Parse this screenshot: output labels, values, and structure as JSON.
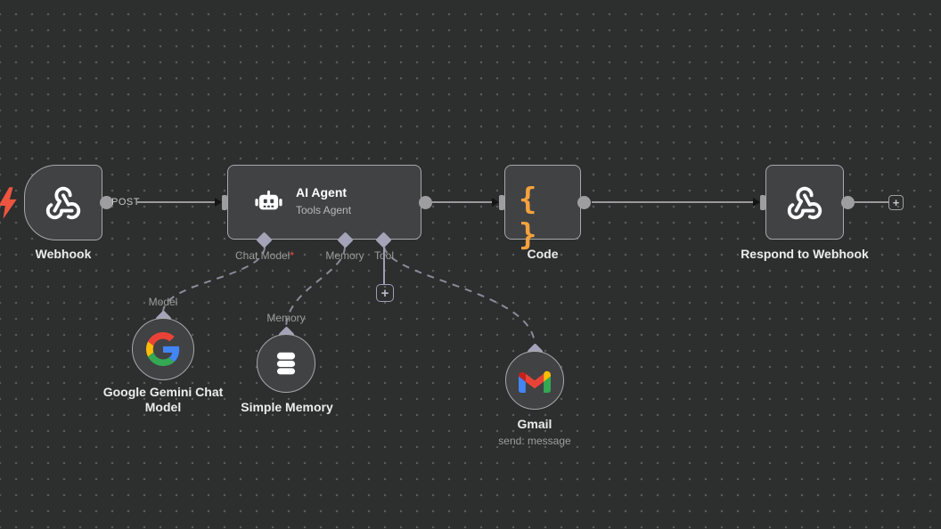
{
  "canvas": {
    "background": "#2d2e2e",
    "dot_color": "#5a5b5c",
    "wire_color": "#9a9a9d",
    "dashed_wire_color": "#8a8b97",
    "port_diamond_color": "#a3a4b8"
  },
  "workflow": {
    "webhook": {
      "label": "Webhook",
      "icon": "webhook-icon",
      "trigger_icon": "lightning-icon",
      "output_label": "POST"
    },
    "ai_agent": {
      "title": "AI Agent",
      "subtitle": "Tools Agent",
      "icon": "robot-icon",
      "ports": {
        "chat_model": "Chat Model",
        "chat_model_required": "*",
        "memory": "Memory",
        "tool": "Tool"
      }
    },
    "code": {
      "label": "Code",
      "icon_glyph": "{ }",
      "icon": "curly-braces-icon",
      "accent_color": "#f5a13d"
    },
    "respond_to_webhook": {
      "label": "Respond to Webhook",
      "icon": "webhook-icon"
    },
    "google_gemini": {
      "label": "Google Gemini Chat Model",
      "port_label": "Model",
      "icon": "google-g-icon"
    },
    "simple_memory": {
      "label": "Simple Memory",
      "port_label": "Memory",
      "icon": "database-icon"
    },
    "gmail": {
      "label": "Gmail",
      "subtitle": "send: message",
      "icon": "gmail-icon"
    }
  },
  "ui": {
    "plus": "+",
    "trigger_color": "#ed5540",
    "required_color": "#f0513d"
  }
}
